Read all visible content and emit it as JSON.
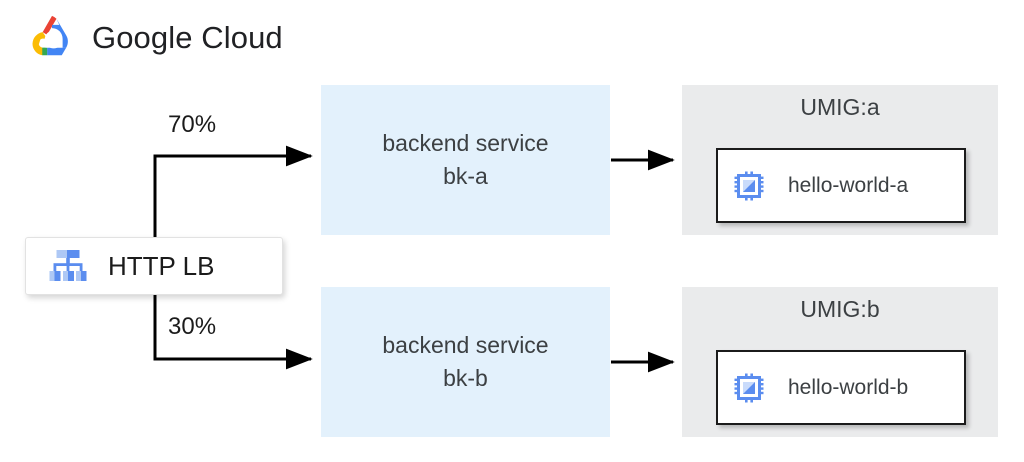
{
  "brand": {
    "name": "Google Cloud",
    "logo_icon": "google-cloud-logo",
    "colors": {
      "red": "#ea4335",
      "yellow": "#fbbc04",
      "green": "#34a853",
      "blue": "#4285f4"
    }
  },
  "diagram": {
    "load_balancer": {
      "label": "HTTP LB",
      "icon": "load-balancer-icon"
    },
    "traffic_splits": [
      {
        "label": "70%",
        "target": "bk-a"
      },
      {
        "label": "30%",
        "target": "bk-b"
      }
    ],
    "backends": [
      {
        "line1": "backend service",
        "line2": "bk-a"
      },
      {
        "line1": "backend service",
        "line2": "bk-b"
      }
    ],
    "instance_groups": [
      {
        "title": "UMIG:a",
        "instance": {
          "name": "hello-world-a",
          "icon": "vm-chip-icon"
        }
      },
      {
        "title": "UMIG:b",
        "instance": {
          "name": "hello-world-b",
          "icon": "vm-chip-icon"
        }
      }
    ],
    "colors": {
      "backend_fill": "#e3f1fc",
      "group_fill": "#eaebec",
      "instance_fill": "#ffffff",
      "arrow": "#000000",
      "text": "#3c4043"
    }
  }
}
